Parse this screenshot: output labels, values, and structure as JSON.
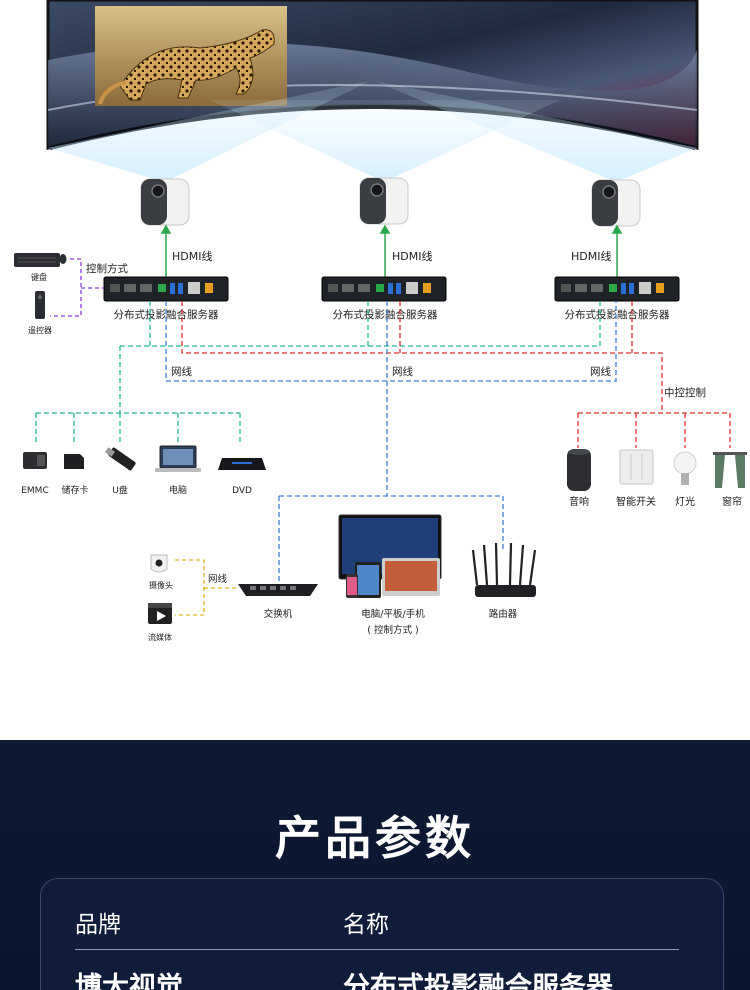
{
  "diagram": {
    "hdmi_label": "HDMI线",
    "server_label": "分布式投影融合服务器",
    "control_mode_label": "控制方式",
    "network_label": "网线",
    "central_control_label": "中控控制",
    "inputs": {
      "keyboard": "键盘",
      "remote": "遥控器"
    },
    "media": [
      "EMMC",
      "储存卡",
      "U盘",
      "电脑",
      "DVD"
    ],
    "devices": [
      "音响",
      "智能开关",
      "灯光",
      "窗帘"
    ],
    "network": {
      "camera": "摄像头",
      "streaming": "流媒体",
      "wire": "网线",
      "switch": "交换机",
      "terminals": "电脑/平板/手机",
      "terminals_note": "( 控制方式 )",
      "router": "路由器"
    }
  },
  "specs": {
    "title": "产品参数",
    "brand_header": "品牌",
    "name_header": "名称",
    "brand_value": "博大视觉",
    "name_value": "分布式投影融合服务器"
  },
  "colors": {
    "hdmi": "#2aa84a",
    "network_blue": "#3a82d6",
    "network_teal": "#23b89a",
    "control_red": "#d83030",
    "control_purple": "#8a3ad6",
    "network_yellow": "#e0b020",
    "dark_bg": "#0d1a34"
  }
}
